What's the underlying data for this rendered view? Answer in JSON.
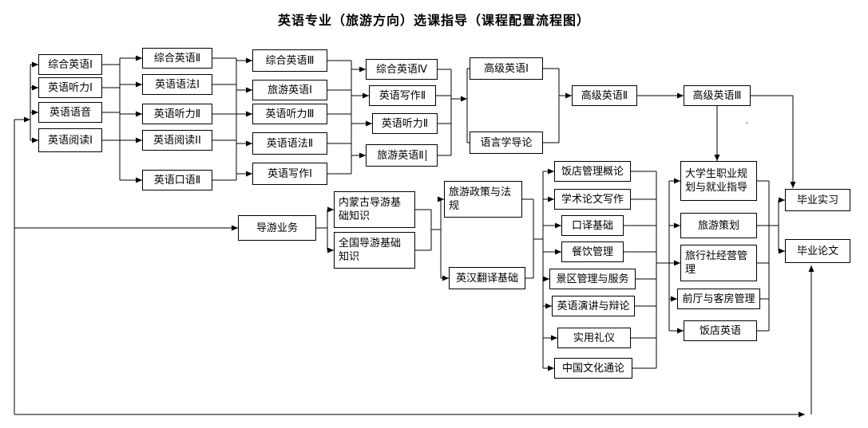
{
  "title": "英语专业（旅游方向）选课指导（课程配置流程图）",
  "nodes": {
    "comp_en_1": "综合英语Ⅰ",
    "listening_1": "英语听力Ⅰ",
    "pronunciation": "英语语音",
    "reading_1": "英语阅读Ⅰ",
    "comp_en_2": "综合英语Ⅱ",
    "grammar_1": "英语语法Ⅰ",
    "listening_2": "英语听力Ⅱ",
    "reading_2": "英语阅读ⅠⅠ",
    "speaking_2": "英语口语Ⅱ",
    "comp_en_3": "综合英语Ⅲ",
    "tourism_en_1": "旅游英语Ⅰ",
    "listening_3": "英语听力Ⅲ",
    "grammar_2": "英语语法Ⅱ",
    "writing_1": "英语写作Ⅰ",
    "comp_en_4": "综合英语Ⅳ",
    "writing_2": "英语写作Ⅱ",
    "listening_2b": "英语听力Ⅱ",
    "tourism_en_2": "旅游英语Ⅱ",
    "adv_en_1": "高级英语Ⅰ",
    "linguistics": "语言学导论",
    "adv_en_2": "高级英语Ⅱ",
    "adv_en_3": "高级英语Ⅲ",
    "guide_service": "导游业务",
    "im_guide_basics": "内蒙古导游基础知识",
    "national_guide_basics": "全国导游基础知识",
    "tourism_policy": "旅游政策与法规",
    "translation_basics": "英汉翻译基础",
    "hotel_mgmt_intro": "饭店管理概论",
    "academic_writing": "学术论文写作",
    "interpreting_basics": "口译基础",
    "catering_mgmt": "餐饮管理",
    "scenic_area_mgmt": "景区管理与服务",
    "speech_debate": "英语演讲与辩论",
    "practical_etiquette": "实用礼仪",
    "chinese_culture": "中国文化通论",
    "career_planning": "大学生职业规划与就业指导",
    "tourism_planning": "旅游策划",
    "travel_agency_mgmt": "旅行社经营管理",
    "front_office_mgmt": "前厅与客房管理",
    "hotel_english": "饭店英语",
    "graduation_internship": "毕业实习",
    "graduation_thesis": "毕业论文"
  },
  "stray_mark": "·"
}
